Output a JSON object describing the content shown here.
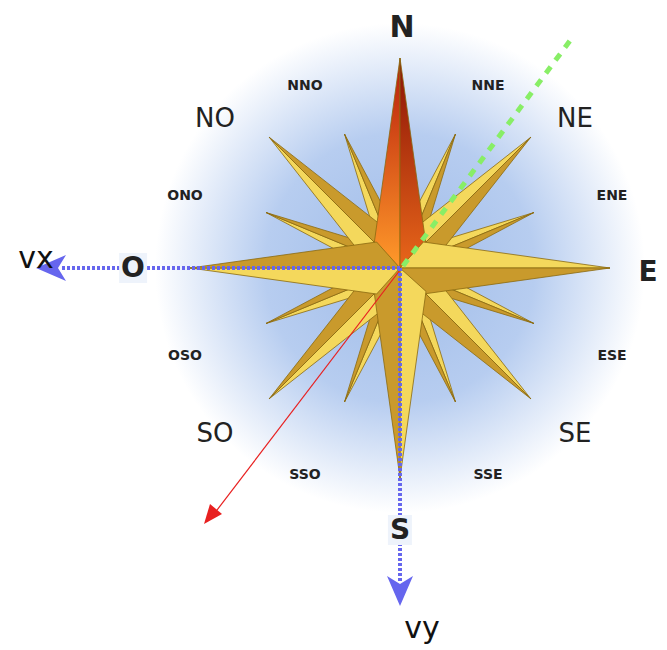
{
  "diagram": {
    "labels": [
      "N",
      "NNO",
      "NNE",
      "NO",
      "NE",
      "ONO",
      "ENE",
      "vx",
      "O",
      "E",
      "OSO",
      "ESE",
      "SO",
      "SE",
      "SSO",
      "SSE",
      "S",
      "vy"
    ]
  }
}
